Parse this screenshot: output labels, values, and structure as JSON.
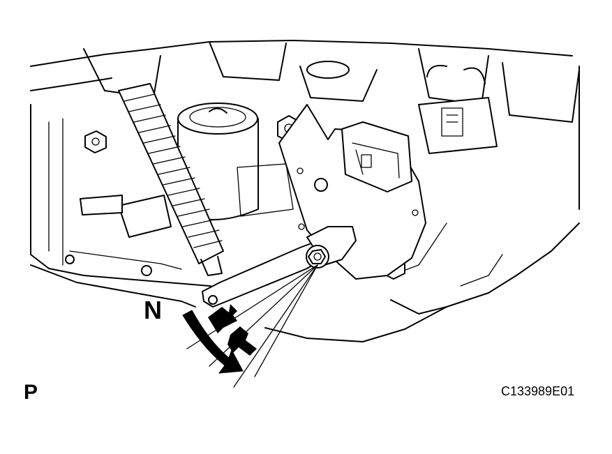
{
  "labels": {
    "n_position": "N",
    "p_position": "P",
    "figure_code": "C133989E01"
  },
  "colors": {
    "line": "#000000",
    "background": "#ffffff"
  },
  "icons": {
    "rotation_direction": "double-headed-curved-arrow"
  }
}
